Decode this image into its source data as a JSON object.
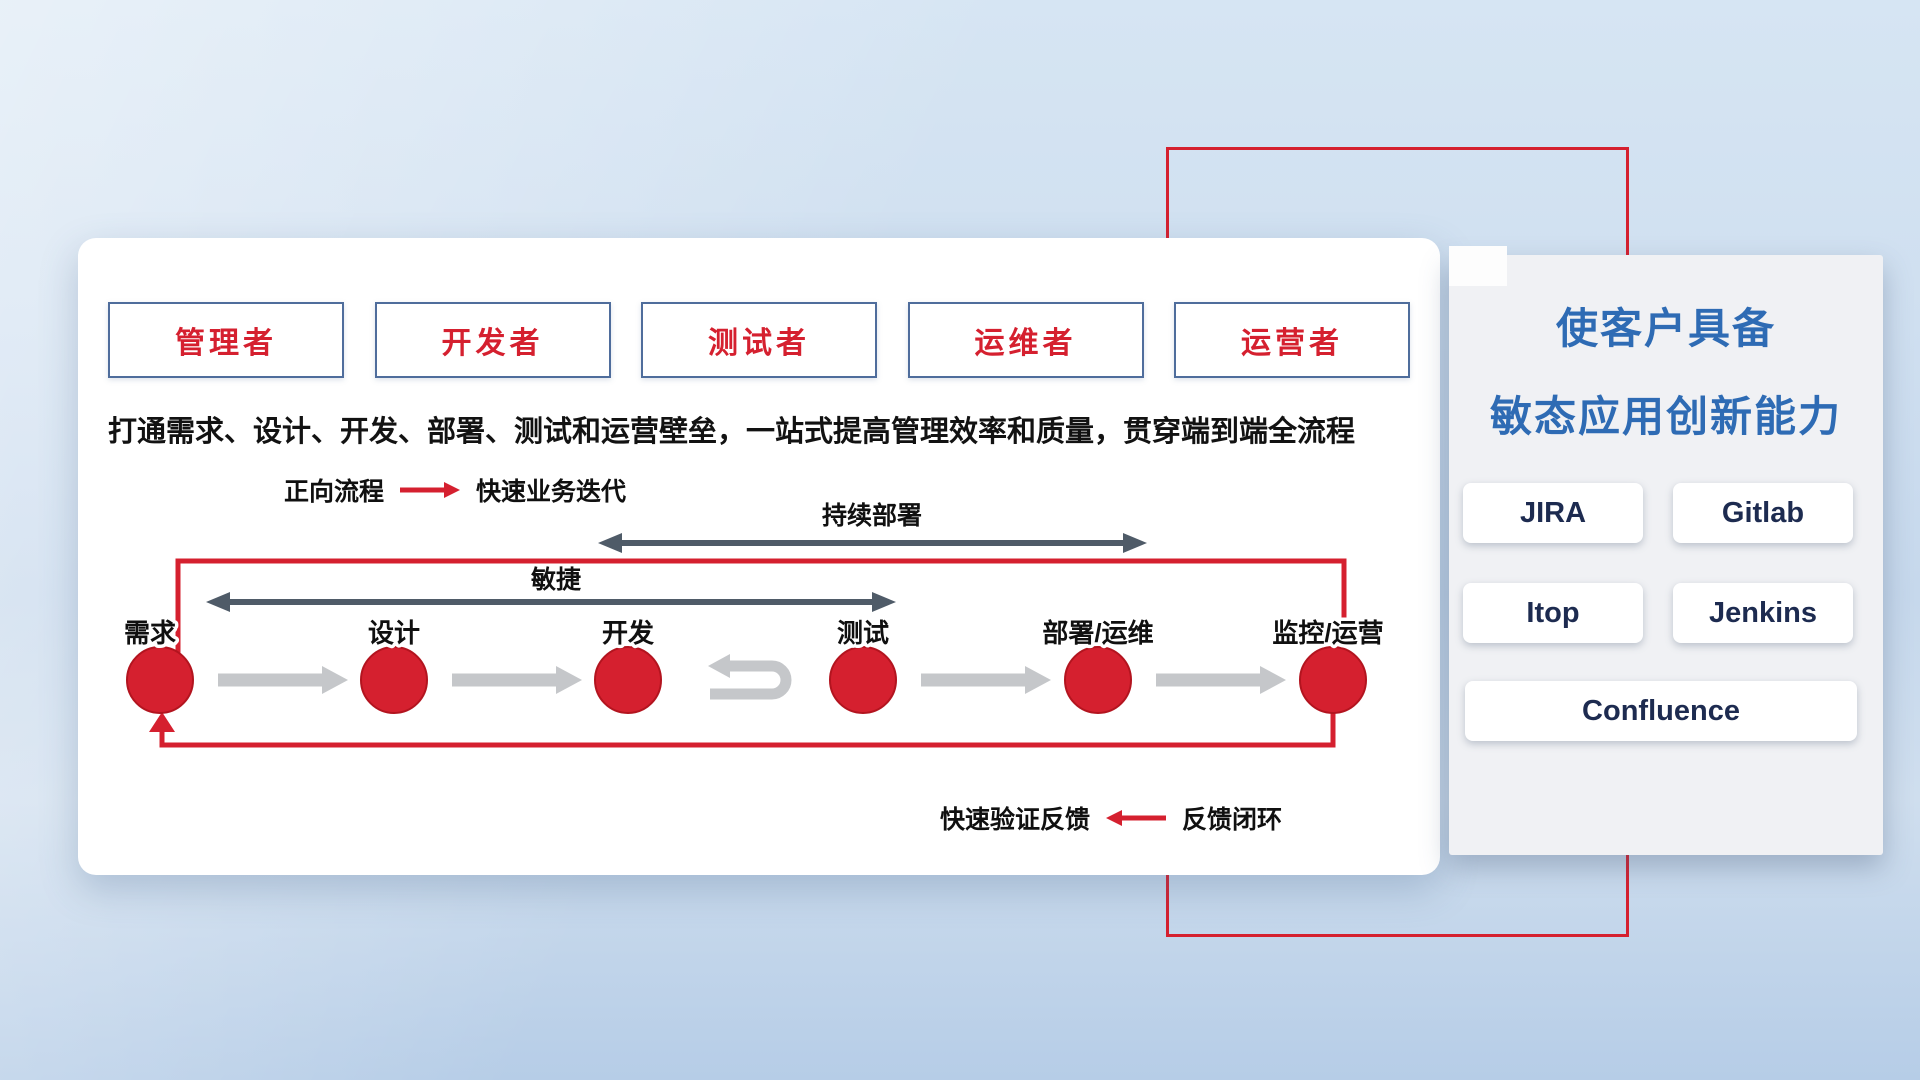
{
  "colors": {
    "accent_red": "#d5202f",
    "title_blue": "#2e6bb4",
    "tool_text_navy": "#1d2b50",
    "step_arrow_gray": "#c5c7ca",
    "span_arrow_dark": "#4f5b68",
    "role_border_blue": "#4f6d9c"
  },
  "roles": [
    "管理者",
    "开发者",
    "测试者",
    "运维者",
    "运营者"
  ],
  "tagline": "打通需求、设计、开发、部署、测试和运营壁垒，一站式提高管理效率和质量，贯穿端到端全流程",
  "legend_forward": {
    "label": "正向流程",
    "desc": "快速业务迭代"
  },
  "legend_feedback": {
    "label": "快速验证反馈",
    "desc": "反馈闭环"
  },
  "flow": {
    "deploy_span_label": "持续部署",
    "agile_span_label": "敏捷",
    "stages": [
      "需求",
      "设计",
      "开发",
      "测试",
      "部署/运维",
      "监控/运营"
    ]
  },
  "panel": {
    "title_line1": "使客户具备",
    "title_line2": "敏态应用创新能力",
    "tools": [
      "JIRA",
      "Gitlab",
      "Itop",
      "Jenkins",
      "Confluence"
    ]
  }
}
